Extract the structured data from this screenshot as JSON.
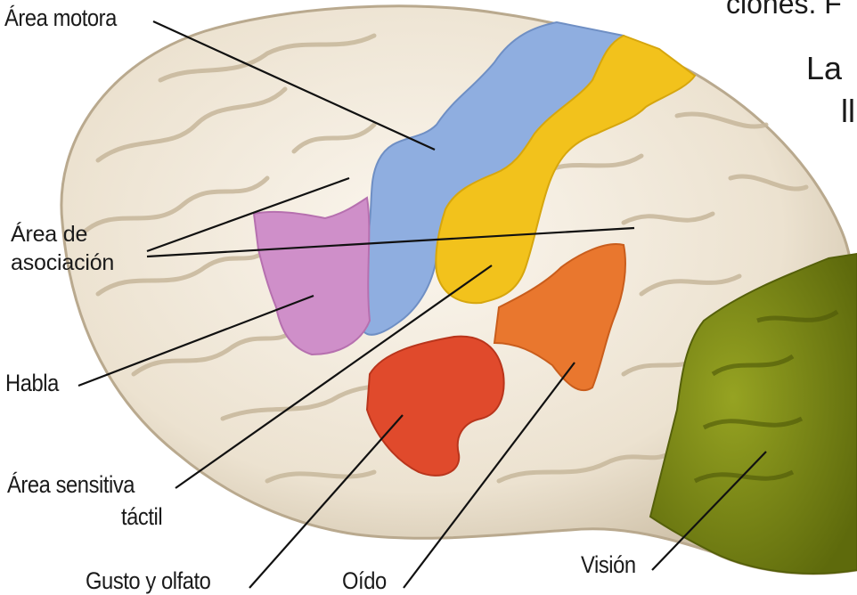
{
  "page_text": {
    "fragment_top": "ciones. F",
    "fragment_la": "La",
    "fragment_ll": "ll"
  },
  "labels": {
    "area_motora": "Área motora",
    "area_asociacion_1": "Área de",
    "area_asociacion_2": "asociación",
    "habla": "Habla",
    "area_sensitiva_1": "Área sensitiva",
    "area_sensitiva_2": "táctil",
    "gusto_olfato": "Gusto y olfato",
    "oido": "Oído",
    "vision": "Visión"
  },
  "colors": {
    "brain_base": "#efe6d6",
    "brain_shadow": "#cbbda5",
    "motor_blue": "#8faee0",
    "sensory_yellow": "#f2c21c",
    "speech_pink": "#cf8fc9",
    "hearing_orange": "#e9772e",
    "taste_red": "#e04a2c",
    "vision_green": "#7f8c18",
    "leader_line": "#111111"
  }
}
